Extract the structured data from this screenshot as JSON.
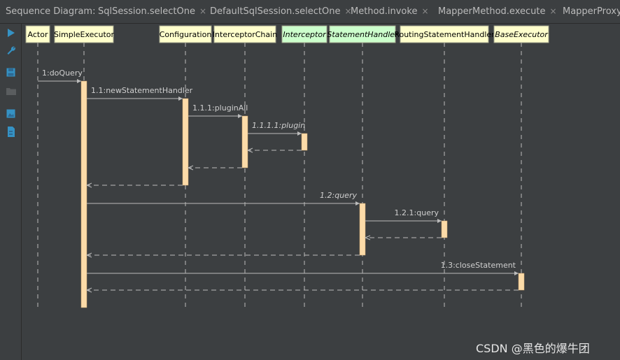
{
  "tabbar": {
    "title": "Sequence Diagram:",
    "tabs": [
      {
        "label": "SqlSession.selectOne",
        "close": "×"
      },
      {
        "label": "DefaultSqlSession.selectOne",
        "close": "×"
      },
      {
        "label": "Method.invoke",
        "close": "×"
      },
      {
        "label": "MapperMethod.execute",
        "close": "×"
      },
      {
        "label": "MapperProxy.",
        "close": ""
      }
    ]
  },
  "toolbar": {
    "tools": [
      {
        "icon": "play-icon",
        "color": "#3592c4"
      },
      {
        "icon": "wrench-icon",
        "color": "#3592c4"
      },
      {
        "icon": "save-icon",
        "color": "#3592c4"
      },
      {
        "icon": "folder-icon",
        "color": "#5a5d5f"
      },
      {
        "icon": "image-icon",
        "color": "#3592c4"
      },
      {
        "icon": "export-icon",
        "color": "#3592c4"
      }
    ]
  },
  "diagram": {
    "participants": [
      {
        "name": "Actor",
        "style": "normal"
      },
      {
        "name": "SimpleExecutor",
        "style": "normal"
      },
      {
        "name": "Configuration",
        "style": "normal"
      },
      {
        "name": "InterceptorChain",
        "style": "normal"
      },
      {
        "name": "Interceptor",
        "style": "interface"
      },
      {
        "name": "StatementHandler",
        "style": "interface"
      },
      {
        "name": "RoutingStatementHandler",
        "style": "normal"
      },
      {
        "name": "BaseExecutor",
        "style": "abstract"
      }
    ],
    "messages": [
      {
        "label": "1:doQuery",
        "from": 0,
        "to": 1,
        "italic": false
      },
      {
        "label": "1.1:newStatementHandler",
        "from": 1,
        "to": 2,
        "italic": false
      },
      {
        "label": "1.1.1:pluginAll",
        "from": 2,
        "to": 3,
        "italic": false
      },
      {
        "label": "1.1.1.1:plugin",
        "from": 3,
        "to": 4,
        "italic": true
      },
      {
        "label": "1.2:query",
        "from": 1,
        "to": 5,
        "italic": true
      },
      {
        "label": "1.2.1:query",
        "from": 5,
        "to": 6,
        "italic": false
      },
      {
        "label": "1.3:closeStatement",
        "from": 1,
        "to": 7,
        "italic": false
      }
    ],
    "colors": {
      "participant_fill": "#ffffcc",
      "interface_fill": "#ccffcc",
      "activation_fill": "#fcdba8",
      "line": "#bbbbbb",
      "text": "#cfcfcf"
    }
  },
  "watermark": "CSDN @黑色的爆牛团"
}
